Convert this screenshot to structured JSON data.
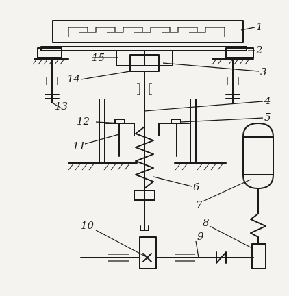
{
  "diagram": {
    "labels": {
      "l1": "1",
      "l2": "2",
      "l3": "3",
      "l4": "4",
      "l5": "5",
      "l6": "6",
      "l7": "7",
      "l8": "8",
      "l9": "9",
      "l10": "10",
      "l11": "11",
      "l12": "12",
      "l13": "13",
      "l14": "14",
      "l15": "15"
    }
  }
}
